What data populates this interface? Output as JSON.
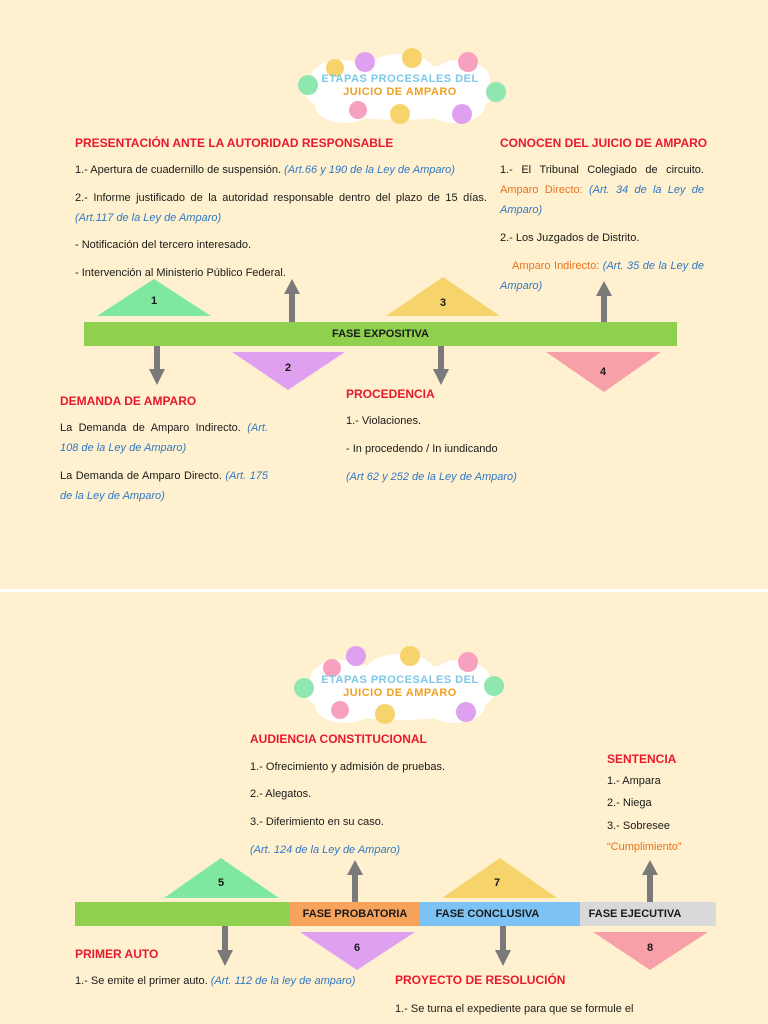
{
  "colors": {
    "background": "#fff1cf",
    "heading_red": "#e8192c",
    "reference_blue": "#2f78c4",
    "accent_orange": "#e8731d",
    "green_bar": "#8fd14f",
    "orange_bar": "#f7a35c",
    "blue_bar": "#7cc2f5",
    "gray_bar": "#d9d9d9",
    "tri_green": "#7ee8a0",
    "tri_purple": "#e0a0f0",
    "tri_yellow": "#f7d36b",
    "tri_pink": "#f7a0a8",
    "arrow_gray": "#7a7a7a"
  },
  "page1": {
    "cloud": {
      "title_line1": "ETAPAS PROCESALES DEL",
      "title_line2": "JUICIO DE AMPARO"
    },
    "presentacion": {
      "heading": "PRESENTACIÓN ANTE LA AUTORIDAD RESPONSABLE",
      "item1_text": "1.- Apertura de cuadernillo de suspensión.",
      "item1_ref": "(Art.66 y 190 de la Ley de Amparo)",
      "item2_text": "2.- Informe justificado de la autoridad responsable dentro del plazo de 15 días.",
      "item2_ref": "(Art.117 de la Ley de Amparo)",
      "item3_text": "- Notificación del tercero interesado.",
      "item4_text": "- Intervención al Ministerio Público Federal."
    },
    "conocen": {
      "heading": "CONOCEN DEL JUICIO DE AMPARO",
      "item1_text": "1.- El Tribunal Colegiado de circuito.",
      "item1_label": "Amparo Directo:",
      "item1_ref": "(Art. 34 de la Ley de Amparo)",
      "item2_text": "2.- Los Juzgados de Distrito.",
      "item2_label": "Amparo Indirecto:",
      "item2_ref": "(Art. 35 de la Ley de Amparo)"
    },
    "bar_label": "FASE EXPOSITIVA",
    "triangles": [
      "1",
      "2",
      "3",
      "4"
    ],
    "demanda": {
      "heading": "DEMANDA DE AMPARO",
      "item1_text": "La Demanda de Amparo Indirecto.",
      "item1_ref": "(Art. 108 de la Ley de Amparo)",
      "item2_text": "La Demanda de Amparo Directo.",
      "item2_ref": "(Art. 175 de la Ley de Amparo)"
    },
    "procedencia": {
      "heading": "PROCEDENCIA",
      "item1_text": "1.- Violaciones.",
      "item2_text": "- In procedendo / In iundicando",
      "ref": "(Art 62 y 252 de la Ley de Amparo)"
    }
  },
  "page2": {
    "cloud": {
      "title_line1": "ETAPAS PROCESALES DEL",
      "title_line2": "JUICIO DE AMPARO"
    },
    "audiencia": {
      "heading": "AUDIENCIA CONSTITUCIONAL",
      "item1_text": "1.- Ofrecimiento y admisión de pruebas.",
      "item2_text": "2.- Alegatos.",
      "item3_text": "3.- Diferimiento en su caso.",
      "ref": "(Art. 124 de la Ley de Amparo)"
    },
    "sentencia": {
      "heading": "SENTENCIA",
      "item1_text": "1.- Ampara",
      "item2_text": "2.- Niega",
      "item3_text": "3.- Sobresee",
      "cumplimiento": "“Cumplimiento”"
    },
    "bar_labels": {
      "probatoria": "FASE PROBATORIA",
      "conclusiva": "FASE CONCLUSIVA",
      "ejecutiva": "FASE EJECUTIVA"
    },
    "triangles": [
      "5",
      "6",
      "7",
      "8"
    ],
    "primer_auto": {
      "heading": "PRIMER AUTO",
      "item1_text": "1.- Se emite el primer auto.",
      "item1_ref": "(Art. 112 de la ley de amparo)"
    },
    "proyecto": {
      "heading": "PROYECTO DE RESOLUCIÓN",
      "item1_text": "1.- Se turna el expediente para que se formule el"
    }
  }
}
